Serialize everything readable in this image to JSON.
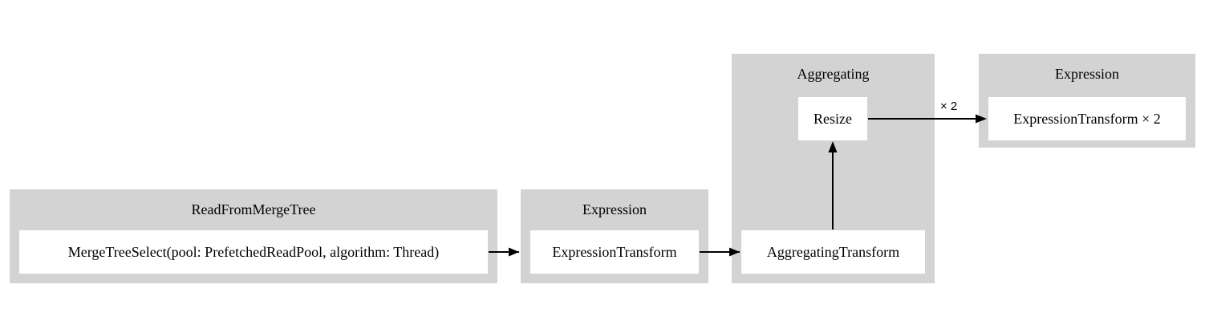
{
  "diagram": {
    "type": "directed-graph",
    "background_color": "#ffffff",
    "cluster_fill_color": "#d3d3d3",
    "node_fill_color": "#ffffff",
    "edge_color": "#000000",
    "clusters": [
      {
        "id": "read_from_merge_tree",
        "label": "ReadFromMergeTree"
      },
      {
        "id": "expression_left",
        "label": "Expression"
      },
      {
        "id": "aggregating",
        "label": "Aggregating"
      },
      {
        "id": "expression_right",
        "label": "Expression"
      }
    ],
    "nodes": [
      {
        "id": "merge_tree_select",
        "label": "MergeTreeSelect(pool: PrefetchedReadPool, algorithm: Thread)",
        "cluster": "read_from_merge_tree"
      },
      {
        "id": "expression_transform",
        "label": "ExpressionTransform",
        "cluster": "expression_left"
      },
      {
        "id": "aggregating_transform",
        "label": "AggregatingTransform",
        "cluster": "aggregating"
      },
      {
        "id": "resize",
        "label": "Resize",
        "cluster": "aggregating"
      },
      {
        "id": "expression_transform_x2",
        "label": "ExpressionTransform × 2",
        "cluster": "expression_right"
      }
    ],
    "edges": [
      {
        "from": "merge_tree_select",
        "to": "expression_transform",
        "label": ""
      },
      {
        "from": "expression_transform",
        "to": "aggregating_transform",
        "label": ""
      },
      {
        "from": "aggregating_transform",
        "to": "resize",
        "label": ""
      },
      {
        "from": "resize",
        "to": "expression_transform_x2",
        "label": "× 2"
      }
    ]
  }
}
